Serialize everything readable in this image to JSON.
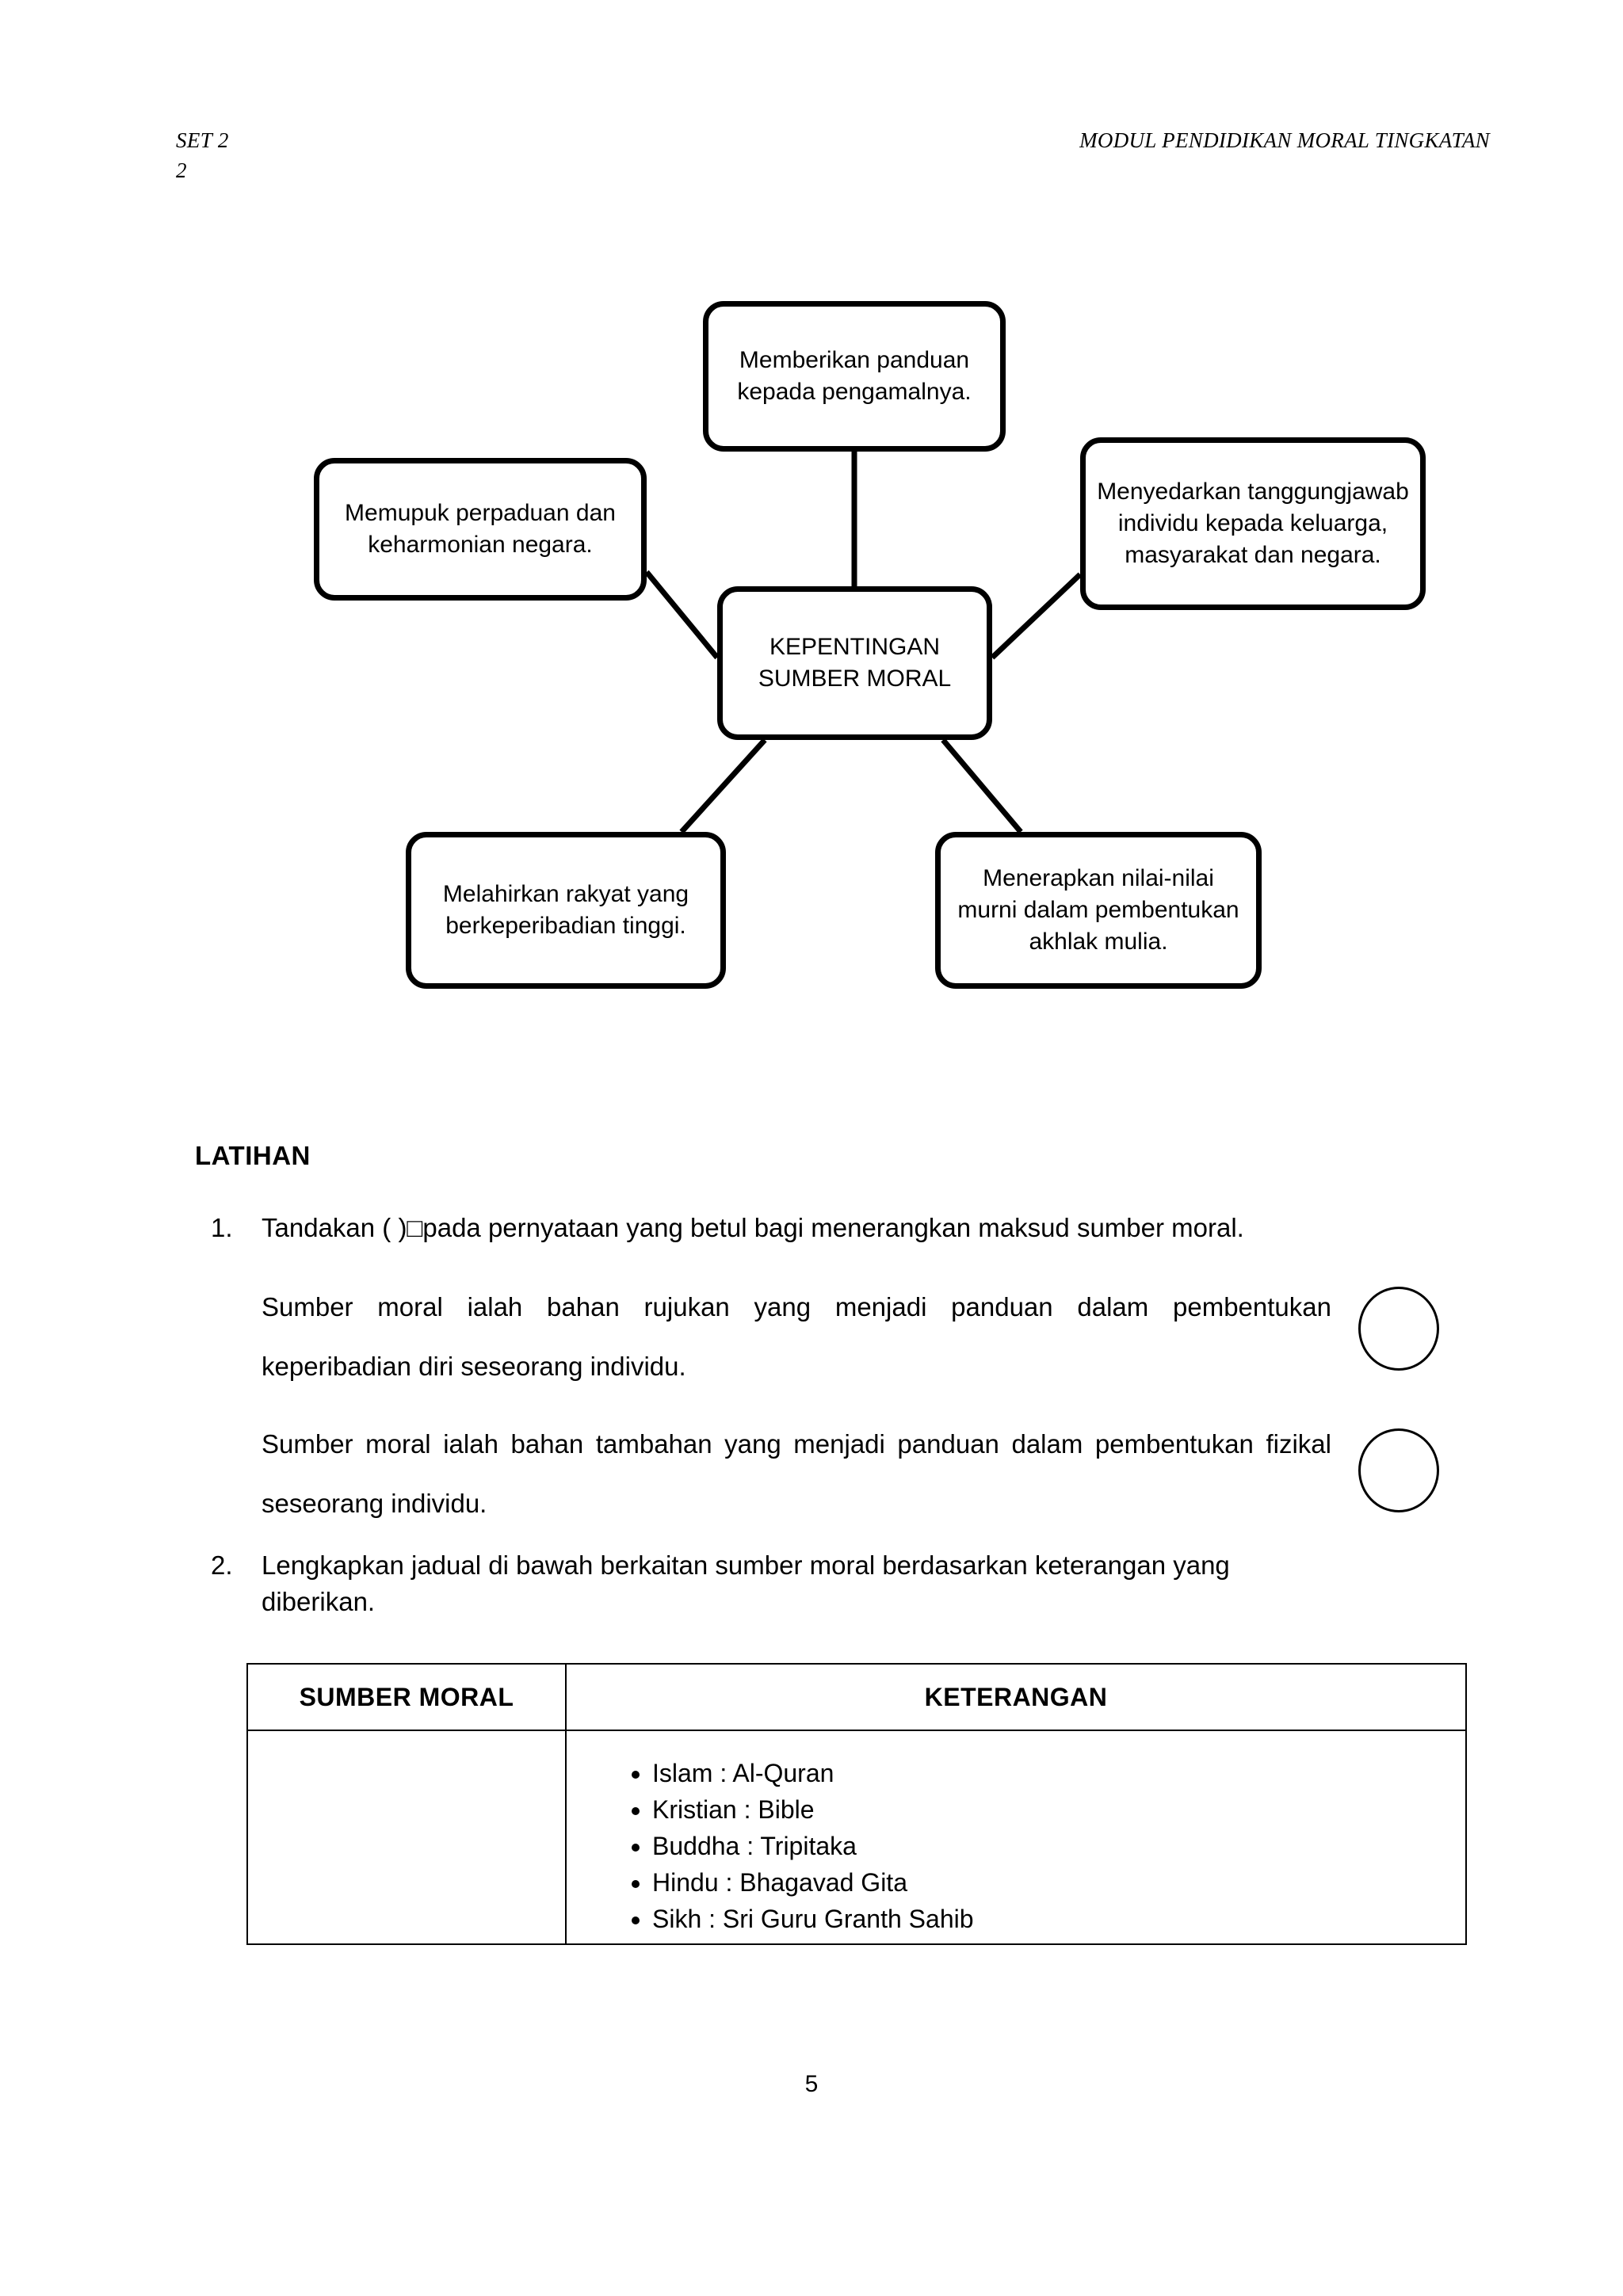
{
  "header": {
    "left_line1": "SET 2",
    "left_line2": "2",
    "right": "MODUL PENDIDIKAN MORAL TINGKATAN"
  },
  "diagram": {
    "center": "KEPENTINGAN SUMBER MORAL",
    "top": "Memberikan panduan kepada pengamalnya.",
    "left": "Memupuk perpaduan dan keharmonian negara.",
    "right": "Menyedarkan tanggungjawab individu kepada keluarga, masyarakat dan negara.",
    "bottom_left": "Melahirkan rakyat yang berkeperibadian tinggi.",
    "bottom_right": "Menerapkan nilai-nilai murni dalam pembentukan akhlak mulia."
  },
  "exercise": {
    "heading": "LATIHAN",
    "q1": {
      "number": "1.",
      "text": "Tandakan (  )□pada pernyataan yang betul bagi menerangkan maksud sumber moral.",
      "statements": [
        "Sumber moral ialah bahan rujukan yang menjadi panduan dalam pembentukan keperibadian diri seseorang individu.",
        "Sumber moral ialah bahan tambahan yang menjadi panduan dalam pembentukan fizikal seseorang individu."
      ]
    },
    "q2": {
      "number": "2.",
      "text": "Lengkapkan jadual di bawah berkaitan sumber moral berdasarkan keterangan yang",
      "text_last_line": "diberikan."
    }
  },
  "table": {
    "headers": [
      "SUMBER MORAL",
      "KETERANGAN"
    ],
    "rows": [
      {
        "sumber_moral": "",
        "keterangan": [
          "Islam : Al-Quran",
          "Kristian : Bible",
          "Buddha : Tripitaka",
          "Hindu : Bhagavad Gita",
          "Sikh : Sri Guru Granth Sahib"
        ]
      }
    ]
  },
  "footer": {
    "page_number": "5"
  }
}
